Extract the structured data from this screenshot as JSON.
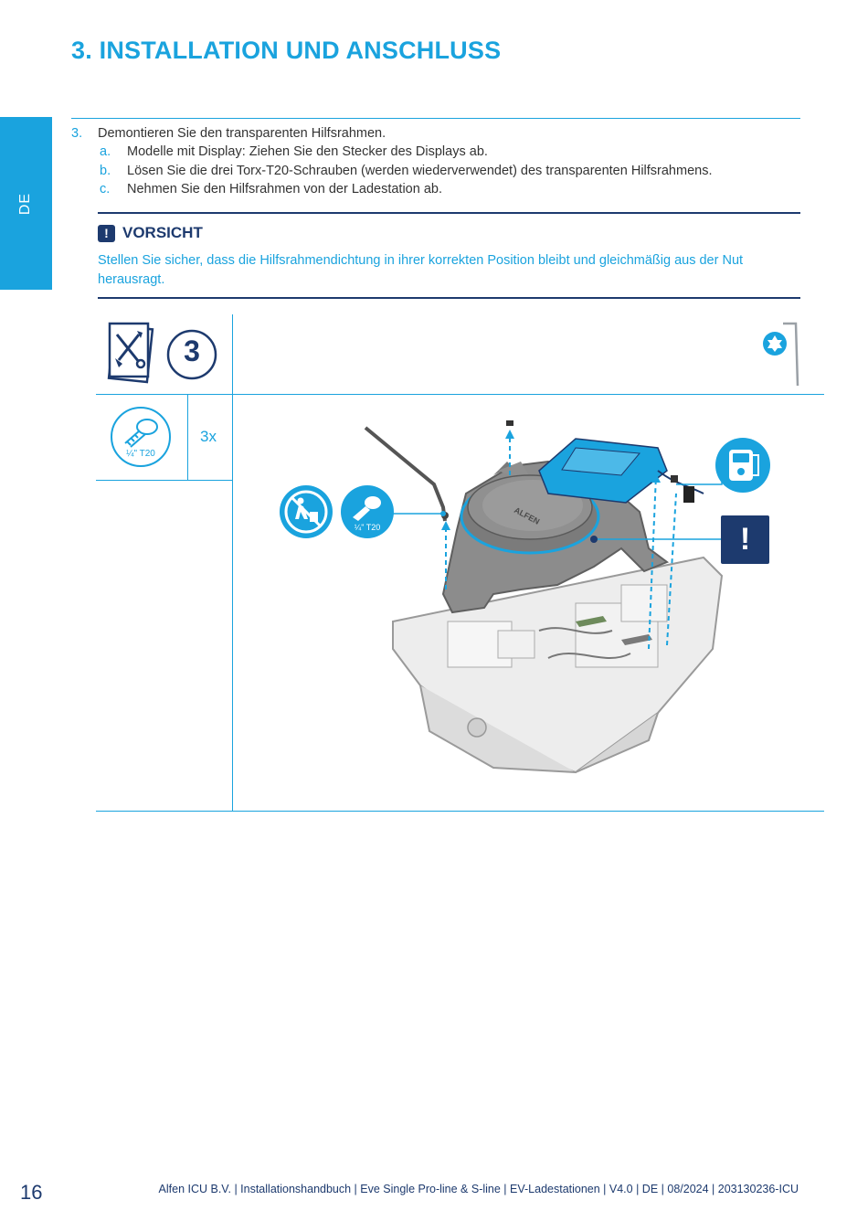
{
  "page": {
    "title": "3. INSTALLATION UND ANSCHLUSS",
    "language_tab": "DE",
    "page_number": "16",
    "footer": "Alfen ICU B.V. | Installationshandbuch | Eve Single Pro-line & S-line | EV-Ladestationen  | V4.0 | DE | 08/2024 | 203130236-ICU"
  },
  "instructions": {
    "step": {
      "number": "3.",
      "text": "Demontieren Sie den transparenten Hilfsrahmen."
    },
    "substeps": [
      {
        "label": "a.",
        "text": "Modelle mit Display: Ziehen Sie den Stecker des Displays ab."
      },
      {
        "label": "b.",
        "text": "Lösen Sie die drei Torx-T20-Schrauben (werden wiederverwendet) des transparenten Hilfsrahmens."
      },
      {
        "label": "c.",
        "text": "Nehmen Sie den Hilfsrahmen von der Ladestation ab."
      }
    ]
  },
  "caution": {
    "icon": "!",
    "title": "VORSICHT",
    "text": "Stellen Sie sicher, dass die Hilfsrahmendichtung in ihrer korrekten Position bleibt und gleichmäßig aus der Nut herausragt."
  },
  "illustration": {
    "step_badge": "3",
    "parts_count": "3x",
    "screw_label": "¼\" T20",
    "screw_label_callout": "¼\" T20",
    "brand": "ALFEN",
    "callout_icon": "!"
  },
  "colors": {
    "accent_blue": "#1aa3de",
    "dark_navy": "#1d3a6e",
    "text_gray": "#333333"
  },
  "icons": [
    "tools-icon",
    "torx-key-icon",
    "torx-screw-icon",
    "no-disposal-icon",
    "display-icon",
    "warning-icon",
    "caution-icon"
  ]
}
